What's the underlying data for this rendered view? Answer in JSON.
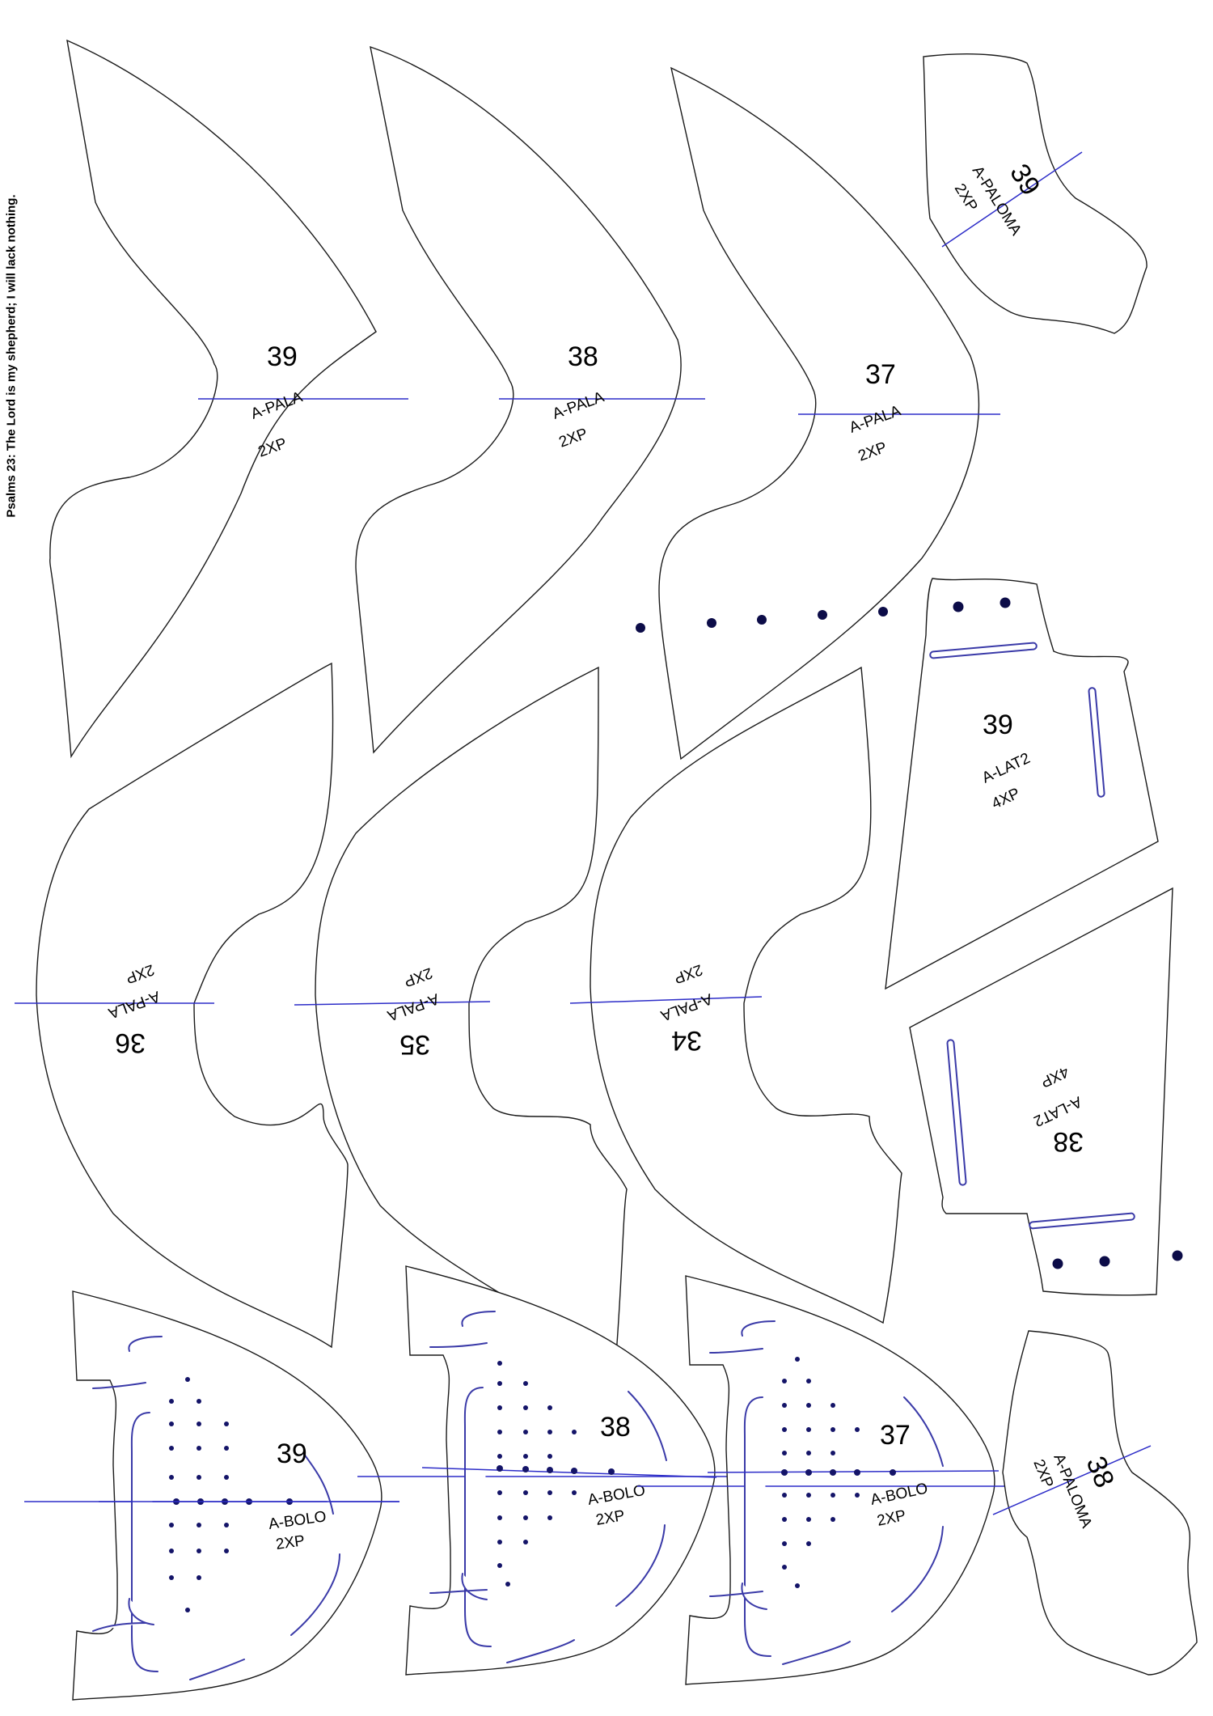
{
  "sheet": {
    "side_note": "Psalms 23: The Lord is my shepherd; I will lack nothing."
  },
  "pieces": {
    "pala39": {
      "size": "39",
      "name": "A-PALA",
      "qty": "2XP"
    },
    "pala38": {
      "size": "38",
      "name": "A-PALA",
      "qty": "2XP"
    },
    "pala37": {
      "size": "37",
      "name": "A-PALA",
      "qty": "2XP"
    },
    "paloma39": {
      "size": "39",
      "name": "A-PALOMA",
      "qty": "2XP"
    },
    "lat39": {
      "size": "39",
      "name": "A-LAT2",
      "qty": "4XP"
    },
    "pala36": {
      "size": "36",
      "name": "A-PALA",
      "qty": "2XP"
    },
    "pala35": {
      "size": "35",
      "name": "A-PALA",
      "qty": "2XP"
    },
    "pala34": {
      "size": "34",
      "name": "A-PALA",
      "qty": "2XP"
    },
    "lat38": {
      "size": "38",
      "name": "A-LAT2",
      "qty": "4XP"
    },
    "bolo39": {
      "size": "39",
      "name": "A-BOLO",
      "qty": "2XP"
    },
    "bolo38": {
      "size": "38",
      "name": "A-BOLO",
      "qty": "2XP"
    },
    "bolo37": {
      "size": "37",
      "name": "A-BOLO",
      "qty": "2XP"
    },
    "paloma38": {
      "size": "38",
      "name": "A-PALOMA",
      "qty": "2XP"
    }
  }
}
